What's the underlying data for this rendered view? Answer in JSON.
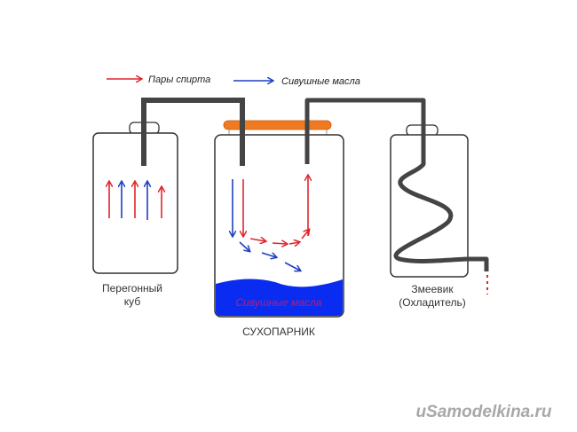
{
  "legend": {
    "alcohol_vapor": "Пары спирта",
    "fusel_oils": "Сивушные масла"
  },
  "labels": {
    "still_line1": "Перегонный",
    "still_line2": "куб",
    "dry_steamer": "СУХОПАРНИК",
    "liquid": "Сивушные масла",
    "coil_line1": "Змеевик",
    "coil_line2": "(Охладитель)"
  },
  "watermark": "uSamodelkina.ru",
  "colors": {
    "vapor_arrow": "#e0262b",
    "fusel_arrow": "#1f3fbf",
    "pipe": "#444444",
    "lid": "#f07a22",
    "liquid": "#0a2cf0",
    "liquid_text": "#b0207a"
  }
}
